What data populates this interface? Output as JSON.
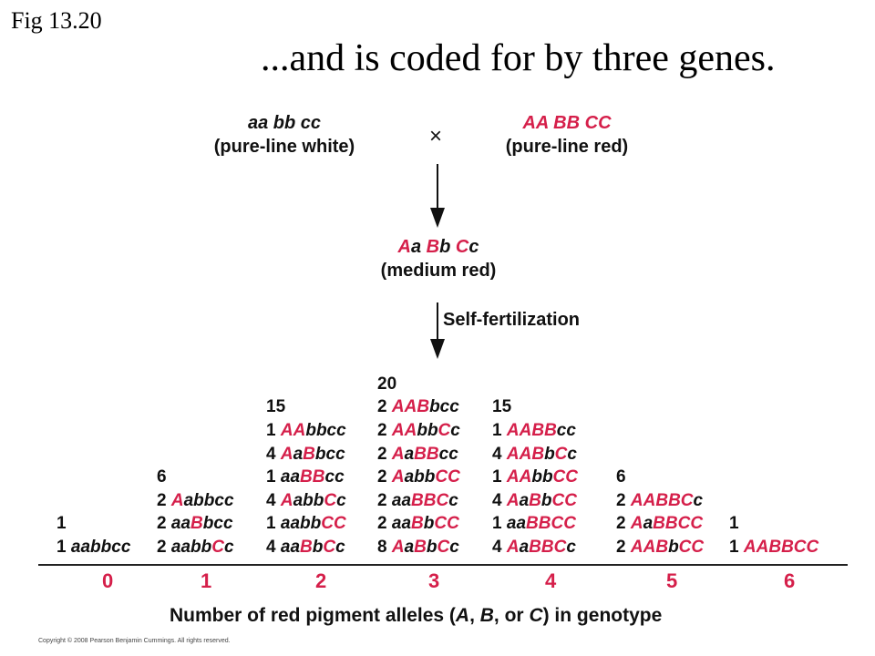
{
  "fig_label": "Fig 13.20",
  "title": "...and is coded for by three genes.",
  "parent_white": {
    "genotype": "aa bb cc",
    "label": "(pure-line white)"
  },
  "cross_symbol": "×",
  "parent_red": {
    "genotype": "AA BB CC",
    "label": "(pure-line red)"
  },
  "f1": {
    "genotype_parts": [
      "A",
      "a ",
      "B",
      "b ",
      "C",
      "c"
    ],
    "label": "(medium red)"
  },
  "self_label": "Self-fertilization",
  "columns": [
    {
      "alleles": "0",
      "total": "1",
      "rows": [
        [
          "1 ",
          "aabbcc"
        ]
      ]
    },
    {
      "alleles": "1",
      "total": "6",
      "rows": [
        [
          "2 ",
          "Aabbcc"
        ],
        [
          "2 ",
          "aaBbcc"
        ],
        [
          "2 ",
          "aabbCc"
        ]
      ]
    },
    {
      "alleles": "2",
      "total": "15",
      "rows": [
        [
          "1 ",
          "AAbbcc"
        ],
        [
          "4 ",
          "AaBbcc"
        ],
        [
          "1 ",
          "aaBBcc"
        ],
        [
          "4 ",
          "AabbCc"
        ],
        [
          "1 ",
          "aabbCC"
        ],
        [
          "4 ",
          "aaBbCc"
        ]
      ]
    },
    {
      "alleles": "3",
      "total": "20",
      "rows": [
        [
          "2 ",
          "AABbcc"
        ],
        [
          "2 ",
          "AAbbCc"
        ],
        [
          "2 ",
          "AaBBcc"
        ],
        [
          "2 ",
          "AabbCC"
        ],
        [
          "2 ",
          "aaBBCc"
        ],
        [
          "2 ",
          "aaBbCC"
        ],
        [
          "8 ",
          "AaBbCc"
        ]
      ]
    },
    {
      "alleles": "4",
      "total": "15",
      "rows": [
        [
          "1 ",
          "AABBcc"
        ],
        [
          "4 ",
          "AABbCc"
        ],
        [
          "1 ",
          "AAbbCC"
        ],
        [
          "4 ",
          "AaBbCC"
        ],
        [
          "1 ",
          "aaBBCC"
        ],
        [
          "4 ",
          "AaBBCc"
        ]
      ]
    },
    {
      "alleles": "5",
      "total": "6",
      "rows": [
        [
          "2 ",
          "AABBCc"
        ],
        [
          "2 ",
          "AaBBCC"
        ],
        [
          "2 ",
          "AABbCC"
        ]
      ]
    },
    {
      "alleles": "6",
      "total": "1",
      "rows": [
        [
          "1 ",
          "AABBCC"
        ]
      ]
    }
  ],
  "xlabel_parts": [
    "Number of red pigment alleles (",
    "A",
    ", ",
    "B",
    ", or ",
    "C",
    ") in genotype"
  ],
  "copyright": "Copyright © 2008 Pearson Benjamin Cummings. All rights reserved.",
  "colors": {
    "red_allele": "#d51f4a",
    "text": "#111111"
  }
}
